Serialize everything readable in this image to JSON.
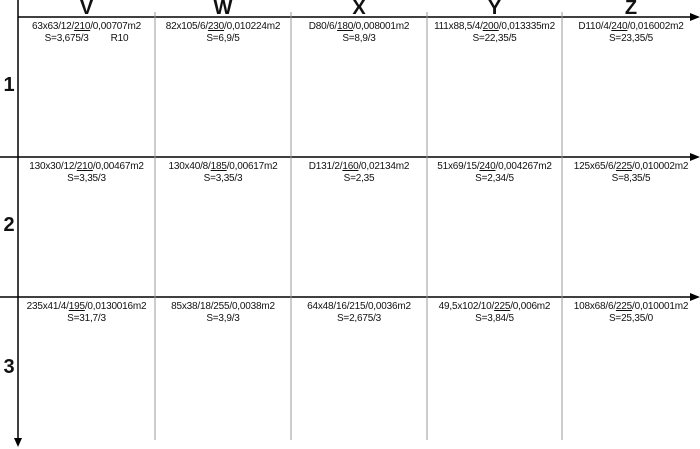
{
  "columns": [
    "V",
    "W",
    "X",
    "Y",
    "Z"
  ],
  "rows": [
    "1",
    "2",
    "3"
  ],
  "cells": [
    [
      {
        "pre": "63x63/12/",
        "u": "210",
        "post": "/0,00707m2",
        "s": "S=3,675/3",
        "extra": "R10"
      },
      {
        "pre": "82x105/6/",
        "u": "230",
        "post": "/0,010224m2",
        "s": "S=6,9/5"
      },
      {
        "pre": "D80/6/",
        "u": "180",
        "post": "/0,008001m2",
        "s": "S=8,9/3"
      },
      {
        "pre": "111x88,5/4/",
        "u": "200",
        "post": "/0,013335m2",
        "s": "S=22,35/5"
      },
      {
        "pre": "D110/4/",
        "u": "240",
        "post": "/0,016002m2",
        "s": "S=23,35/5"
      }
    ],
    [
      {
        "pre": "130x30/12/",
        "u": "210",
        "post": "/0,00467m2",
        "s": "S=3,35/3"
      },
      {
        "pre": "130x40/8/",
        "u": "185",
        "post": "/0,00617m2",
        "s": "S=3,35/3"
      },
      {
        "pre": "D131/2/",
        "u": "160",
        "post": "/0,02134m2",
        "s": "S=2,35"
      },
      {
        "pre": "51x69/15/",
        "u": "240",
        "post": "/0,004267m2",
        "s": "S=2,34/5"
      },
      {
        "pre": "125x65/6/",
        "u": "225",
        "post": "/0,010002m2",
        "s": "S=8,35/5"
      }
    ],
    [
      {
        "pre": "235x41/4/",
        "u": "195",
        "post": "/0,0130016m2",
        "s": "S=31,7/3"
      },
      {
        "pre": "85x38/18/255/0,0038m2",
        "u": "",
        "post": "",
        "s": "S=3,9/3"
      },
      {
        "pre": "64x48/16/215/0,0036m2",
        "u": "",
        "post": "",
        "s": "S=2,675/3"
      },
      {
        "pre": "49,5x102/10/",
        "u": "225",
        "post": "/0,006m2",
        "s": "S=3,84/5"
      },
      {
        "pre": "108x68/6/",
        "u": "225",
        "post": "/0,010001m2",
        "s": "S=25,35/0"
      }
    ]
  ],
  "colors": {
    "tray": "#dcdcdc",
    "outline": "#777777",
    "grid": "#999999",
    "axis": "#000000"
  }
}
